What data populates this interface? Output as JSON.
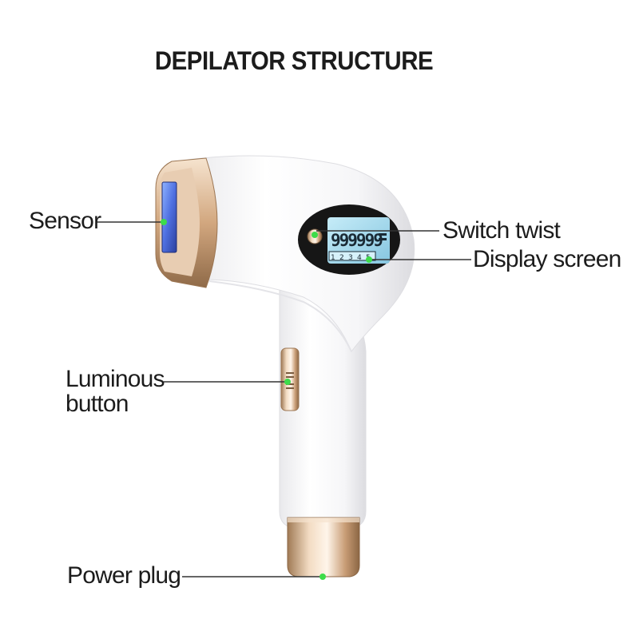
{
  "title": "DEPILATOR STRUCTURE",
  "labels": {
    "sensor": "Sensor",
    "switch_twist": "Switch twist",
    "display_screen": "Display screen",
    "luminous_line1": "Luminous",
    "luminous_line2": "button",
    "power_plug": "Power plug"
  },
  "display": {
    "counter": "999999",
    "levels": [
      "1",
      "2",
      "3",
      "4",
      "5"
    ]
  },
  "colors": {
    "accent_green": "#3ddc4a",
    "gold": "#d9b48c",
    "screen": "#9fd8ec",
    "body": "#f5f5f7"
  }
}
